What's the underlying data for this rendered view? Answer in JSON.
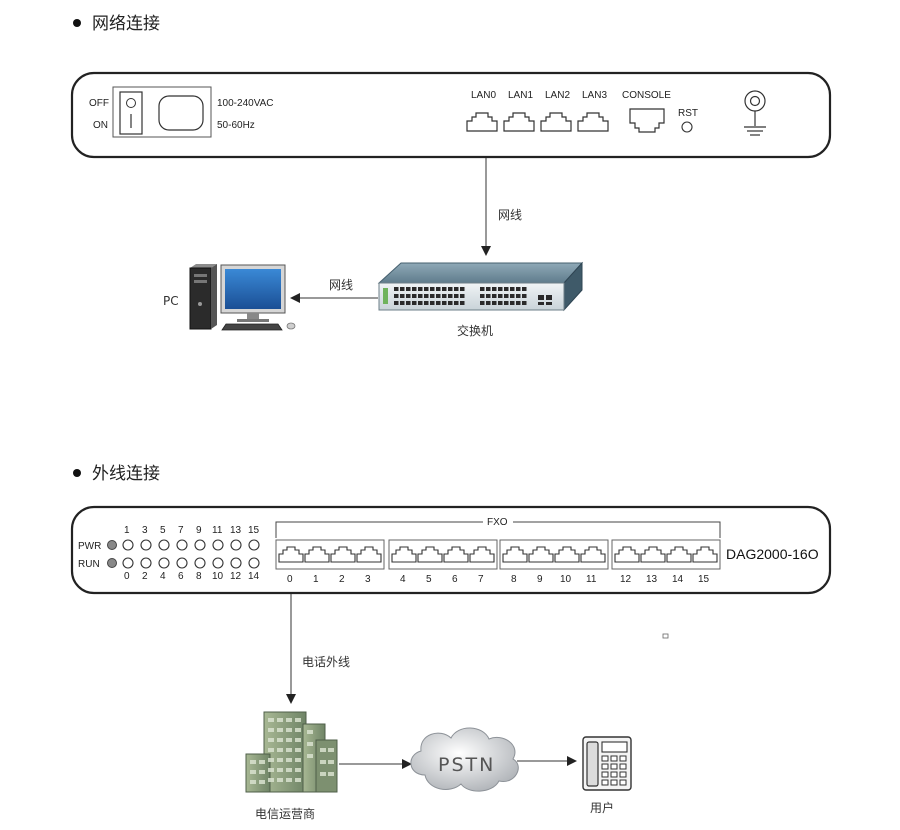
{
  "section1": {
    "heading": "网络连接",
    "power": {
      "off": "OFF",
      "on": "ON",
      "voltage": "100-240VAC",
      "freq": "50-60Hz"
    },
    "lan_ports": [
      "LAN0",
      "LAN1",
      "LAN2",
      "LAN3"
    ],
    "console": "CONSOLE",
    "rst": "RST",
    "cable_to_switch": "网线",
    "cable_to_pc": "网线",
    "switch": "交换机",
    "pc": "PC"
  },
  "section2": {
    "heading": "外线连接",
    "pwr": "PWR",
    "run": "RUN",
    "led_top": [
      "1",
      "3",
      "5",
      "7",
      "9",
      "11",
      "13",
      "15"
    ],
    "led_bottom": [
      "0",
      "2",
      "4",
      "6",
      "8",
      "10",
      "12",
      "14"
    ],
    "fxo_label": "FXO",
    "fxo_ports": [
      "0",
      "1",
      "2",
      "3",
      "4",
      "5",
      "6",
      "7",
      "8",
      "9",
      "10",
      "11",
      "12",
      "13",
      "14",
      "15"
    ],
    "model": "DAG2000-16O",
    "line_label": "电话外线",
    "carrier": "电信运营商",
    "pstn": "PSTN",
    "user": "用户"
  }
}
